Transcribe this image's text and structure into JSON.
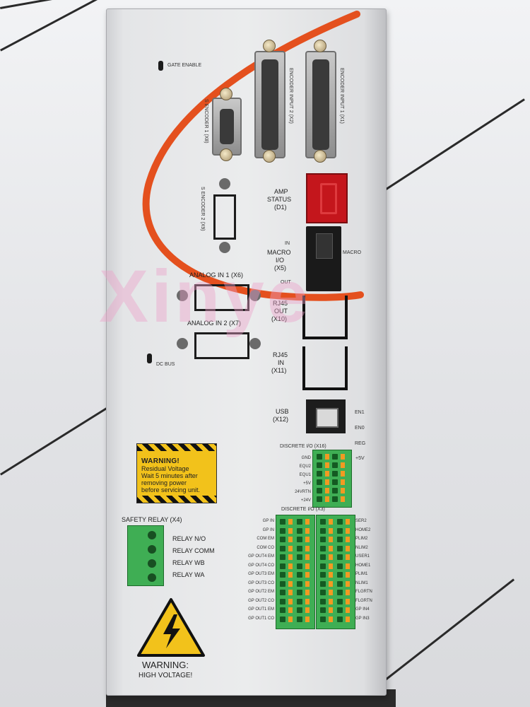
{
  "labels": {
    "gate_enable": "GATE ENABLE",
    "encoder_input_2": "ENCODER INPUT 2 (X2)",
    "encoder_input_1": "ENCODER INPUT 1 (X1)",
    "s_encoder_1": "S ENCODER 1 (X8)",
    "s_encoder_2": "S ENCODER 2 (X9)",
    "amp_status_line1": "AMP",
    "amp_status_line2": "STATUS",
    "amp_status_line3": "(D1)",
    "switch_in": "IN",
    "macro_io_line1": "MACRO",
    "macro_io_line2": "I/O",
    "macro_io_line3": "(X5)",
    "macro_side": "MACRO",
    "switch_out": "OUT",
    "analog_in_1": "ANALOG IN 1 (X6)",
    "analog_in_2": "ANALOG IN 2 (X7)",
    "rj45_out_line1": "RJ45",
    "rj45_out_line2": "OUT",
    "rj45_out_line3": "(X10)",
    "rj45_in_line1": "RJ45",
    "rj45_in_line2": "IN",
    "rj45_in_line3": "(X11)",
    "dc_bus": "DC BUS",
    "usb_line1": "USB",
    "usb_line2": "(X12)",
    "usb_side": [
      "EN1",
      "EN0",
      "REG"
    ],
    "discrete_io_small": "DISCRETE I/O (X16)",
    "small_term_left": [
      "GND",
      "EQU2",
      "EQU1",
      "+5V",
      "24VRTN",
      "+24V"
    ],
    "small_term_right": "+5V",
    "discrete_io_large": "DISCRETE I/O (X3)",
    "large_term_left": [
      "GP IN",
      "GP IN",
      "COM EM",
      "COM CO",
      "GP OUT4 EM",
      "GP OUT4 CO",
      "GP OUT3 EM",
      "GP OUT3 CO",
      "GP OUT2 EM",
      "GP OUT2 CO",
      "GP OUT1 EM",
      "GP OUT1 CO"
    ],
    "large_term_right": [
      "SER2",
      "HOME2",
      "PLIM2",
      "NLIM2",
      "USER1",
      "HOME1",
      "PLIM1",
      "NLIM1",
      "FLGRTN",
      "FLGRTN",
      "GP IN4",
      "GP IN3"
    ],
    "safety_relay": "SAFETY RELAY (X4)",
    "relay_labels": [
      "RELAY N/O",
      "RELAY COMM",
      "RELAY WB",
      "RELAY WA"
    ]
  },
  "warning_residual": {
    "title": "WARNING!",
    "line1": "Residual Voltage",
    "line2": "Wait 5 minutes after",
    "line3": "removing power",
    "line4": "before servicing unit."
  },
  "warning_hv": {
    "line1": "WARNING:",
    "line2": "HIGH VOLTAGE!"
  },
  "watermark": "Xinye",
  "colors": {
    "accent_swoosh": "#e4501e",
    "led_display": "#c4161c",
    "terminal_green": "#3fae54",
    "warning_yellow": "#f2c21b"
  },
  "icons": {
    "hazard": "lightning-bolt-triangle-icon"
  }
}
